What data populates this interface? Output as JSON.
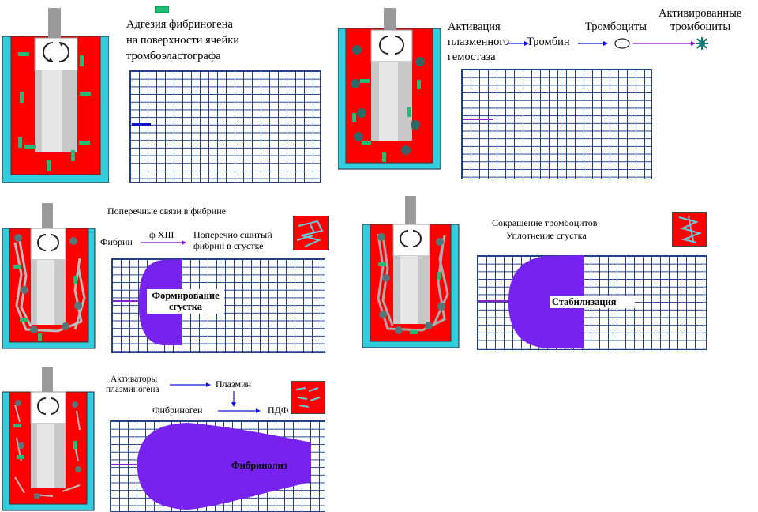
{
  "colors": {
    "accent_red": "#ff0000",
    "cell_cyan": "#33ccdd",
    "fibrinogen_green": "#22bb77",
    "clot_purple": "#7722ee",
    "grid_blue": "#1f3f86",
    "arrow_blue": "#1111dd"
  },
  "panel1": {
    "caption_l1": "Адгезия фибриногена",
    "caption_l2": "на поверхности ячейки",
    "caption_l3": "тромбоэластографа"
  },
  "panel2": {
    "activation_l1": "Активация",
    "activation_l2": "плазменного",
    "activation_l3": "гемостаза",
    "thrombin": "Тромбин",
    "platelets": "Тромбоциты",
    "activated_l1": "Активированные",
    "activated_l2": "тромбоциты"
  },
  "panel3": {
    "title": "Поперечные связи в фибрине",
    "fibrin": "Фибрин",
    "factor": "ф XIII",
    "crosslinked_l1": "Поперечно сшитый",
    "crosslinked_l2": "фибрин    в сгустке",
    "clot_l1": "Формирование",
    "clot_l2": "сгустка"
  },
  "panel4": {
    "title_l1": "Сокращение тромбоцитов",
    "title_l2": "Уплотнение сгустка",
    "clot": "Стабилизация"
  },
  "panel5": {
    "activators_l1": "Активаторы",
    "activators_l2": "плазминогена",
    "plasmin": "Плазмин",
    "fibrinogen": "Фибриноген",
    "pdf": "ПДФ",
    "clot": "Фибринолиз"
  }
}
